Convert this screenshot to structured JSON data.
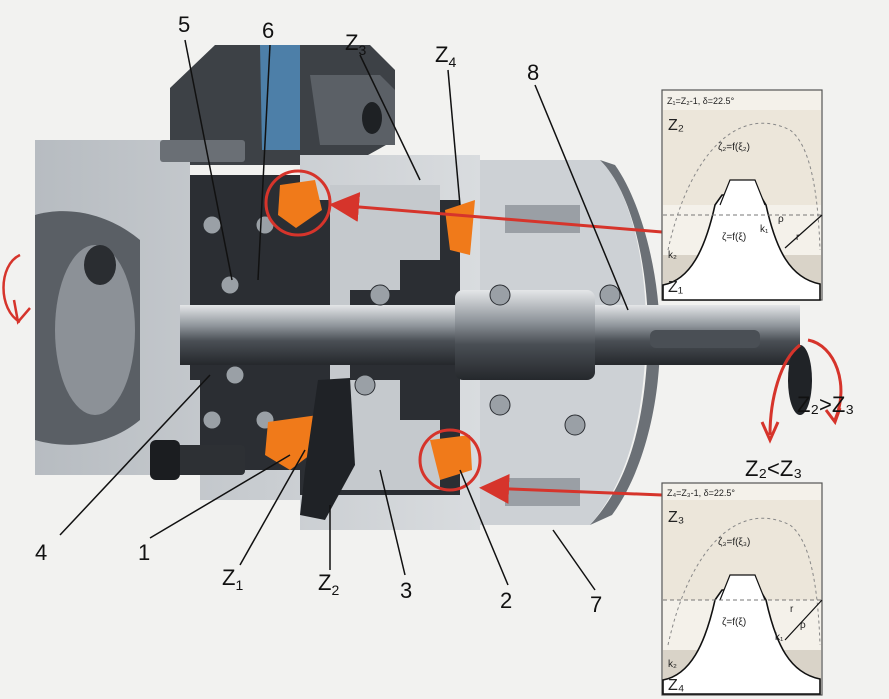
{
  "part_numbers": {
    "p1": "1",
    "p2": "2",
    "p3": "3",
    "p4": "4",
    "p5": "5",
    "p6": "6",
    "p7": "7",
    "p8": "8"
  },
  "gear_labels": {
    "z1": "Z",
    "z1_sub": "1",
    "z2": "Z",
    "z2_sub": "2",
    "z3": "Z",
    "z3_sub": "3",
    "z4": "Z",
    "z4_sub": "4"
  },
  "relations": {
    "greater": "Z₂>Z₃",
    "less": "Z₂<Z₃"
  },
  "inset_top": {
    "header": "Z₁=Z₂-1, δ=22.5°",
    "zone_top": "Z₂",
    "zone_bottom": "Z₁",
    "curve_outer": "ζ₂=f(ξ₂)",
    "curve_inner": "ζ=f(ξ)",
    "rho": "ρ",
    "k1": "k₁",
    "k2": "k₂",
    "r": "r"
  },
  "inset_bottom": {
    "header": "Z₄=Z₃-1, δ=22.5°",
    "zone_top": "Z₃",
    "zone_bottom": "Z₄",
    "curve_outer": "ζ₃=f(ξ₃)",
    "curve_inner": "ζ=f(ξ)",
    "rho": "ρ",
    "k1": "k₁",
    "k2": "k₂",
    "r": "r"
  },
  "colors": {
    "steel_light": "#c9cdd1",
    "steel_mid": "#9aa0a6",
    "steel_dark": "#3b3f44",
    "orange_gear": "#f07a1a",
    "blue_face": "#4d7fa8",
    "callout_red": "#d6342b",
    "inset_bg": "#f4f1ea"
  }
}
